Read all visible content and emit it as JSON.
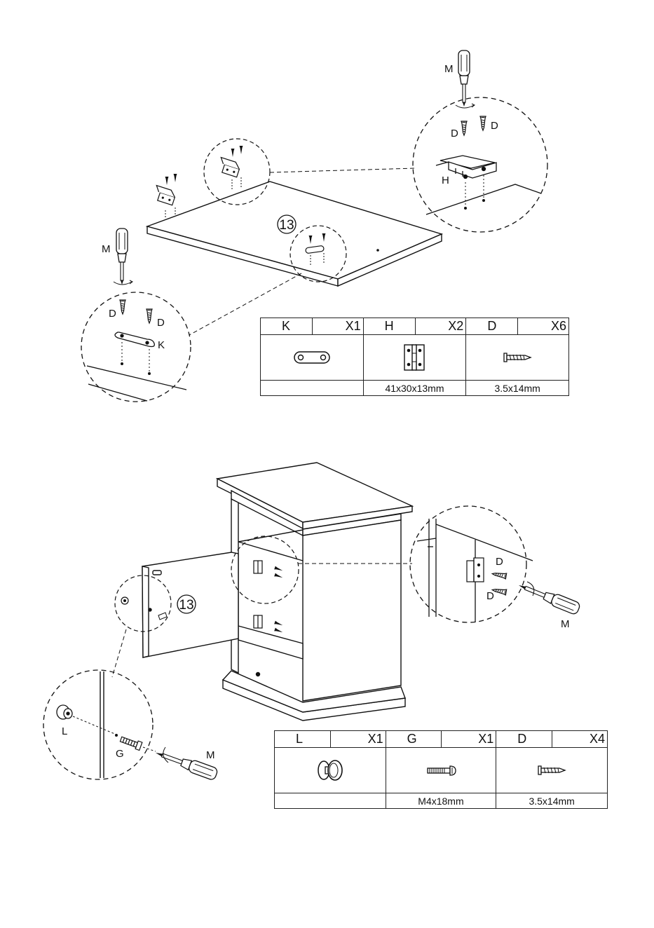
{
  "step_top": {
    "step_number": "13",
    "callouts": {
      "screwdriver_top": "M",
      "screw_top_left": "D",
      "screw_top_right": "D",
      "hinge": "H",
      "screwdriver_left": "M",
      "screw_left": "D",
      "screw_right": "D",
      "plate": "K"
    },
    "parts_table": [
      {
        "code": "K",
        "qty": "X1",
        "icon": "plate-icon",
        "size": ""
      },
      {
        "code": "H",
        "qty": "X2",
        "icon": "hinge-icon",
        "size": "41x30x13mm"
      },
      {
        "code": "D",
        "qty": "X6",
        "icon": "screw-icon",
        "size": "3.5x14mm"
      }
    ]
  },
  "step_bottom": {
    "step_number": "13",
    "callouts": {
      "screw_top": "D",
      "screw_bottom": "D",
      "screwdriver_right": "M",
      "knob": "L",
      "bolt": "G",
      "screwdriver_left": "M"
    },
    "parts_table": [
      {
        "code": "L",
        "qty": "X1",
        "icon": "knob-icon",
        "size": ""
      },
      {
        "code": "G",
        "qty": "X1",
        "icon": "bolt-icon",
        "size": "M4x18mm"
      },
      {
        "code": "D",
        "qty": "X4",
        "icon": "screw-icon",
        "size": "3.5x14mm"
      }
    ]
  },
  "colors": {
    "line": "#111111",
    "background": "#ffffff"
  }
}
